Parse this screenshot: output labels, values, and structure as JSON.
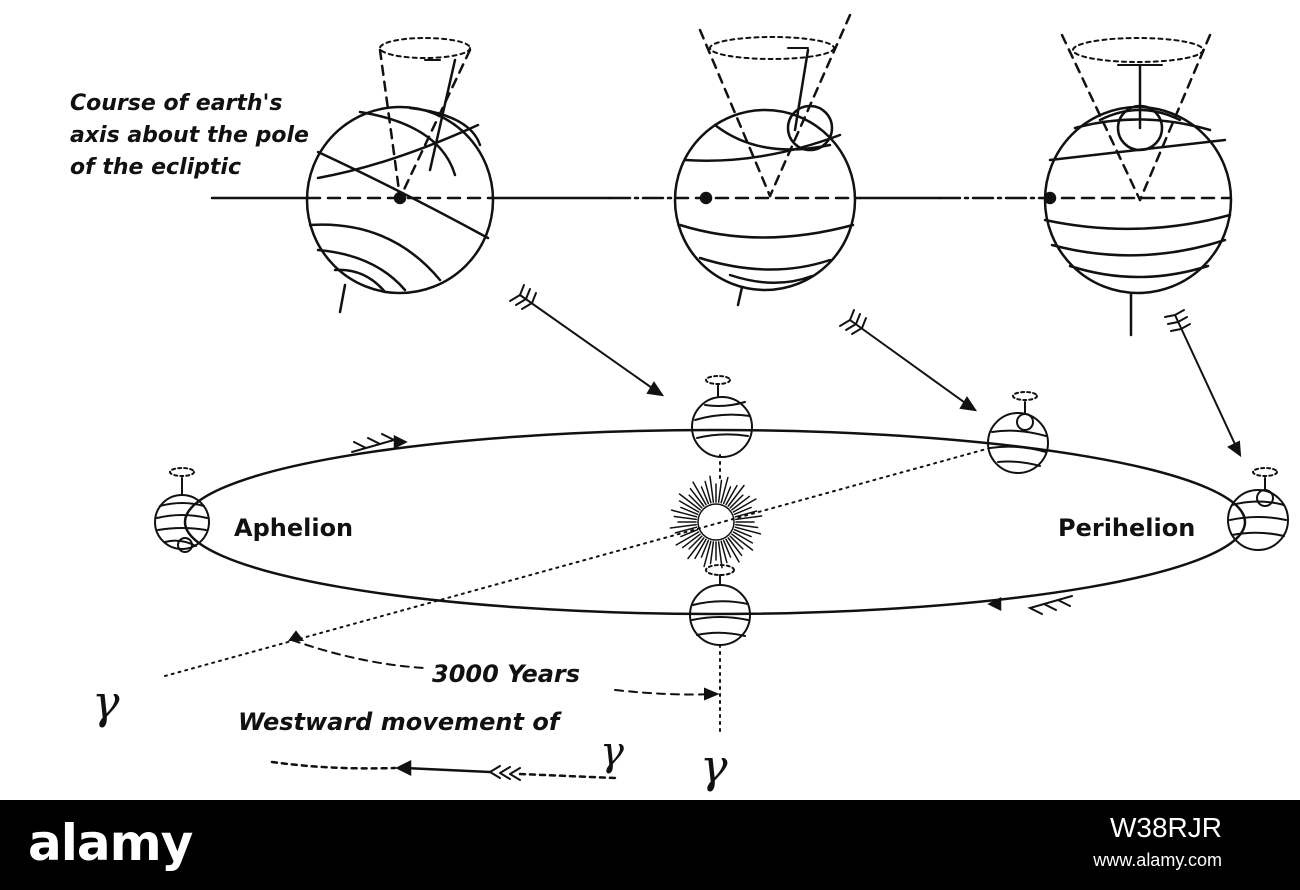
{
  "labels": {
    "axis_course": [
      "Course of earth's",
      "axis about the pole",
      "of the ecliptic"
    ],
    "aphelion": "Aphelion",
    "perihelion": "Perihelion",
    "years": "3000 Years",
    "westward": "Westward movement of",
    "gamma": "γ"
  },
  "watermark": {
    "logo": "alamy",
    "image_id": "W38RJR",
    "site": "www.alamy.com"
  }
}
